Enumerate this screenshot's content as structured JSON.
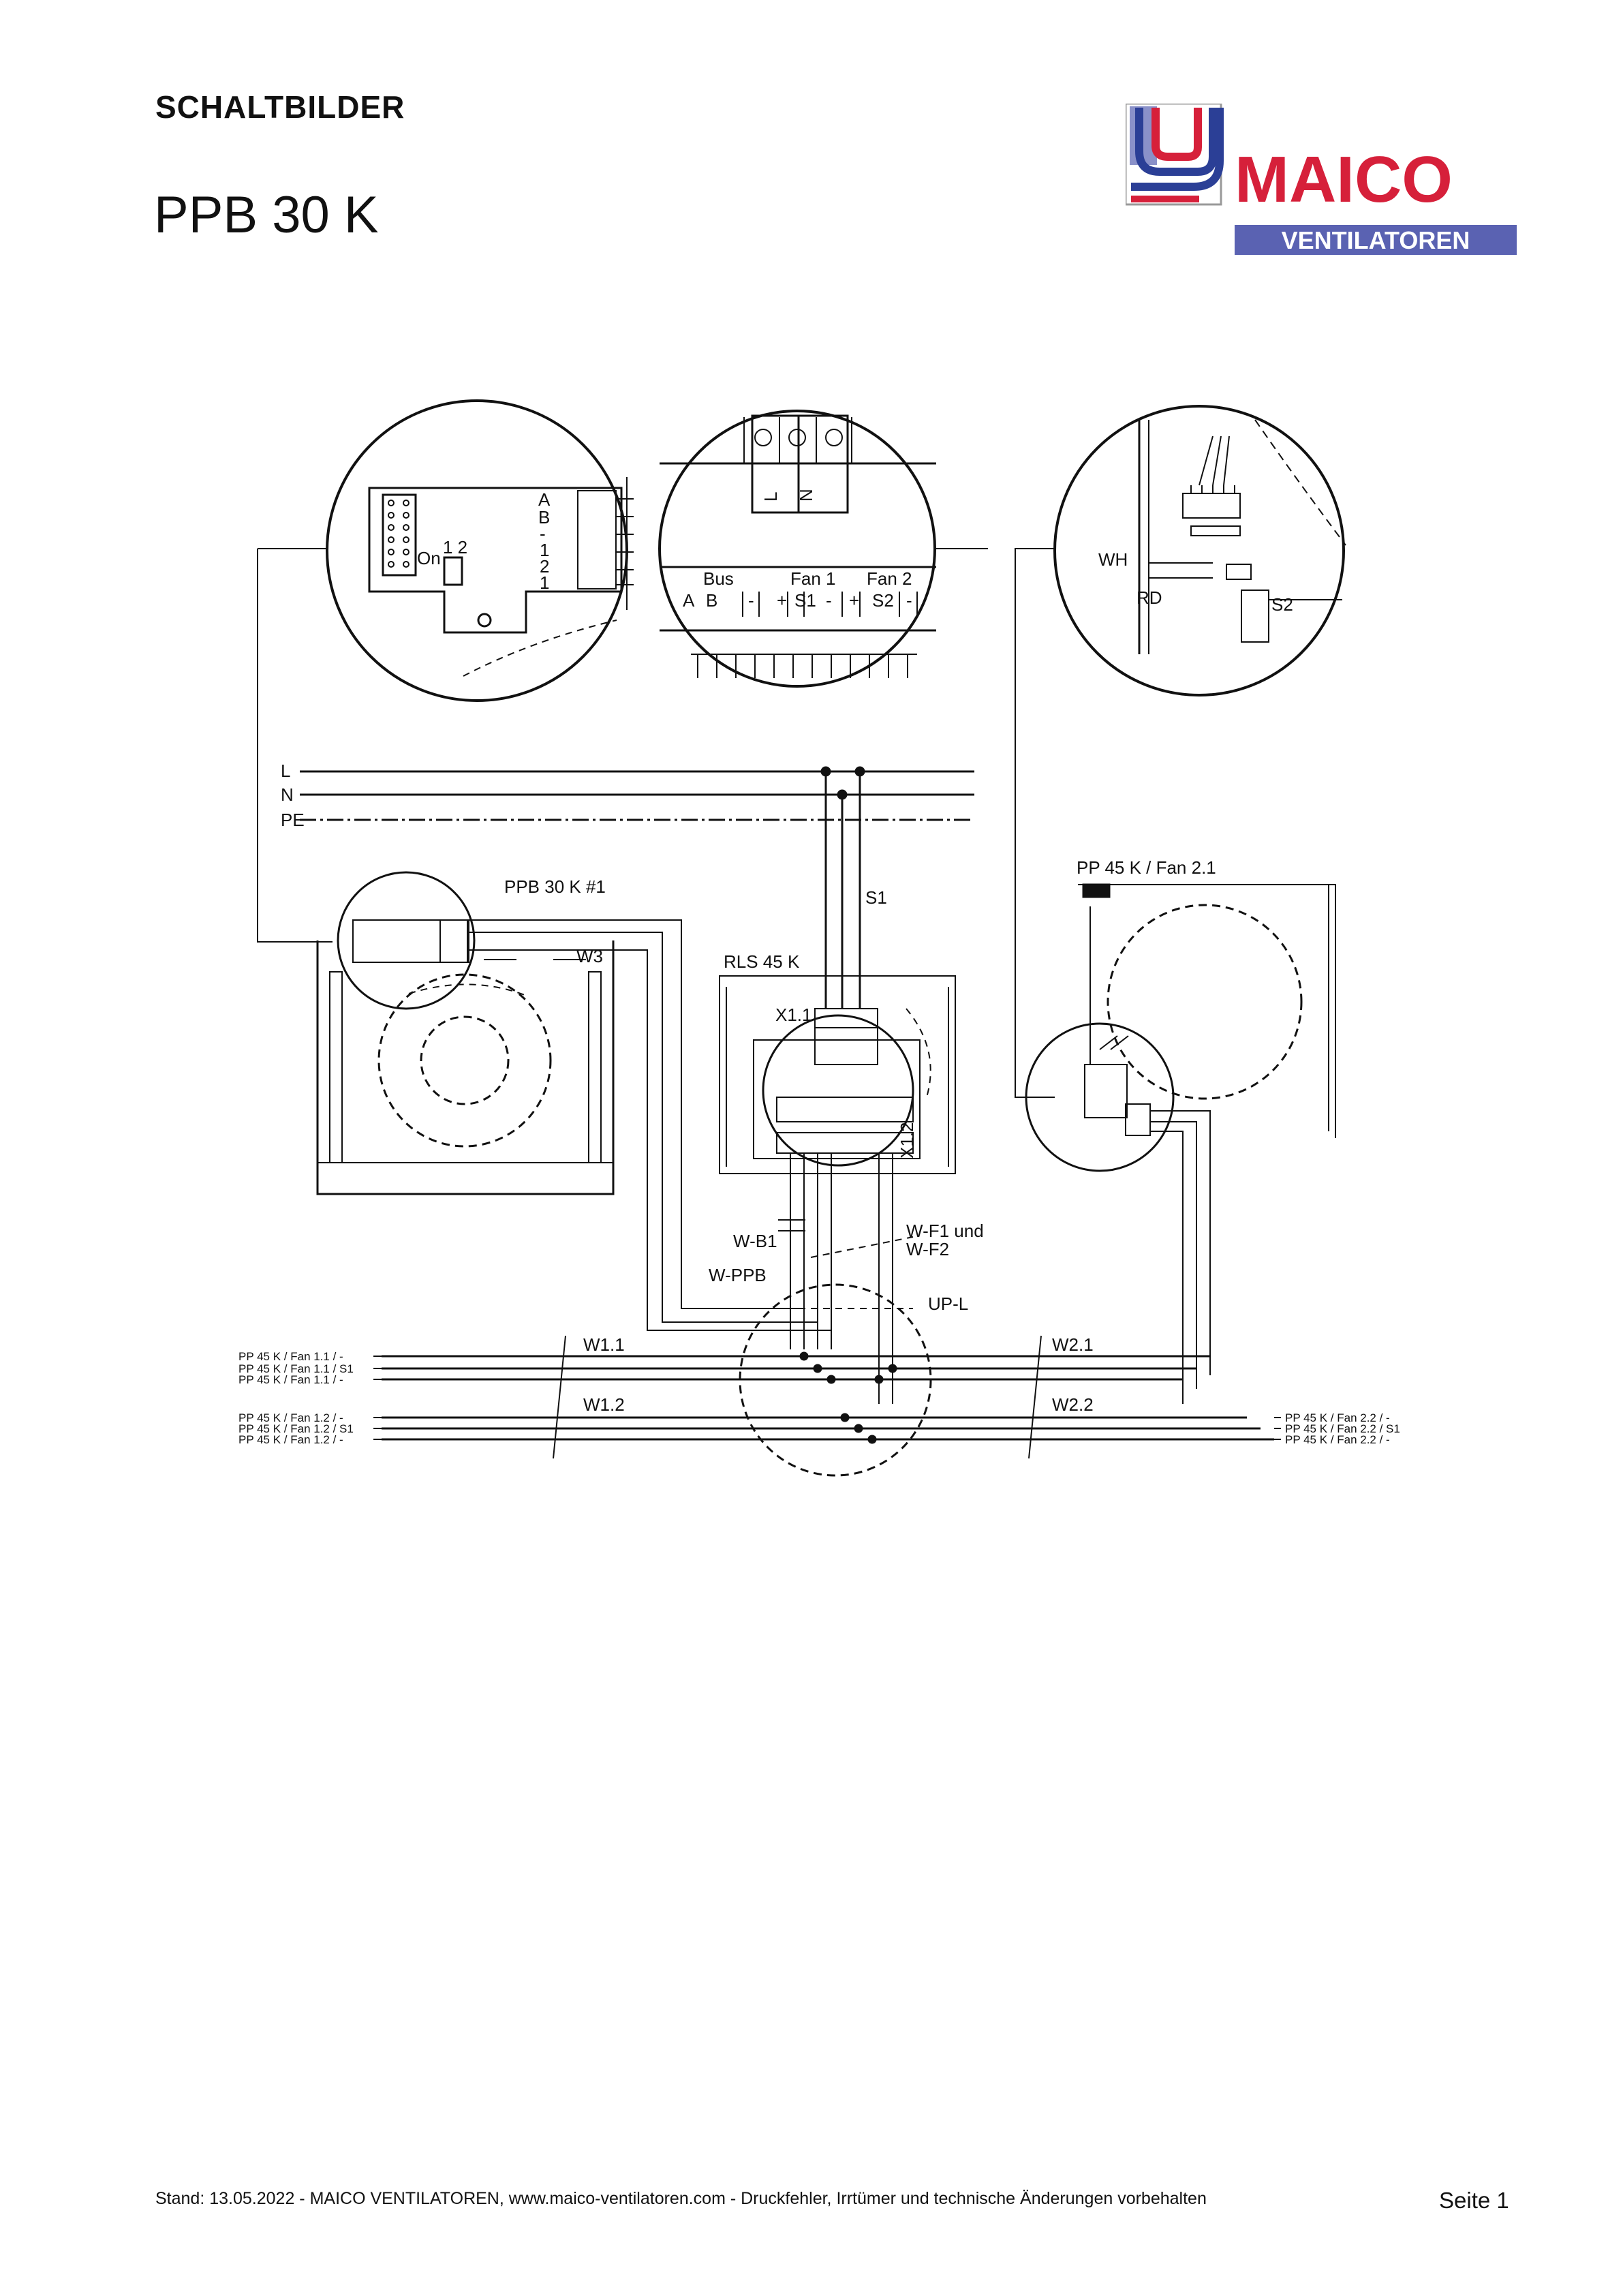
{
  "header": {
    "section": "SCHALTBILDER",
    "title": "PPB 30 K"
  },
  "logo": {
    "brand": "MAICO",
    "sub": "VENTILATOREN",
    "colors": {
      "red": "#d6203a",
      "blue": "#2b3f96",
      "band": "#5a62b2"
    }
  },
  "lines": {
    "l": "L",
    "n": "N",
    "pe": "PE"
  },
  "devices": {
    "ppb": "PPB 30 K #1",
    "rls": "RLS 45 K",
    "fan21": "PP 45 K / Fan 2.1",
    "x11": "X1.1",
    "x12": "X1.2",
    "s1": "S1",
    "upl": "UP-L"
  },
  "wires": {
    "w3": "W3",
    "wb1": "W-B1",
    "wppb": "W-PPB",
    "wf1": "W-F1 und",
    "wf2": "W-F2",
    "w11": "W1.1",
    "w12": "W1.2",
    "w21": "W2.1",
    "w22": "W2.2"
  },
  "left_labels": [
    "PP 45 K / Fan 1.1 / -",
    "PP 45 K / Fan 1.1 / S1",
    "PP 45 K / Fan 1.1 / -",
    "PP 45 K / Fan 1.2 / -",
    "PP 45 K / Fan 1.2 / S1",
    "PP 45 K / Fan 1.2 / -"
  ],
  "right_labels": [
    "PP 45 K / Fan 2.2 / -",
    "PP 45 K / Fan 2.2 / S1",
    "PP 45 K / Fan 2.2 / -"
  ],
  "detail1": {
    "a": "A",
    "b": "B",
    "minus": "-",
    "one": "1",
    "two": "2",
    "on": "On",
    "dip": "1 2"
  },
  "detail2": {
    "bus": "Bus",
    "fan1": "Fan 1",
    "fan2": "Fan 2",
    "a": "A",
    "b": "B",
    "minus": "-",
    "plus": "+",
    "s1": "S1",
    "s2": "S2",
    "l": "L",
    "n": "N"
  },
  "detail3": {
    "wh": "WH",
    "rd": "RD",
    "s2": "S2"
  },
  "footer": {
    "note": "Stand: 13.05.2022 - MAICO VENTILATOREN, www.maico-ventilatoren.com - Druckfehler, Irrtümer und technische Änderungen vorbehalten",
    "page": "Seite 1"
  }
}
